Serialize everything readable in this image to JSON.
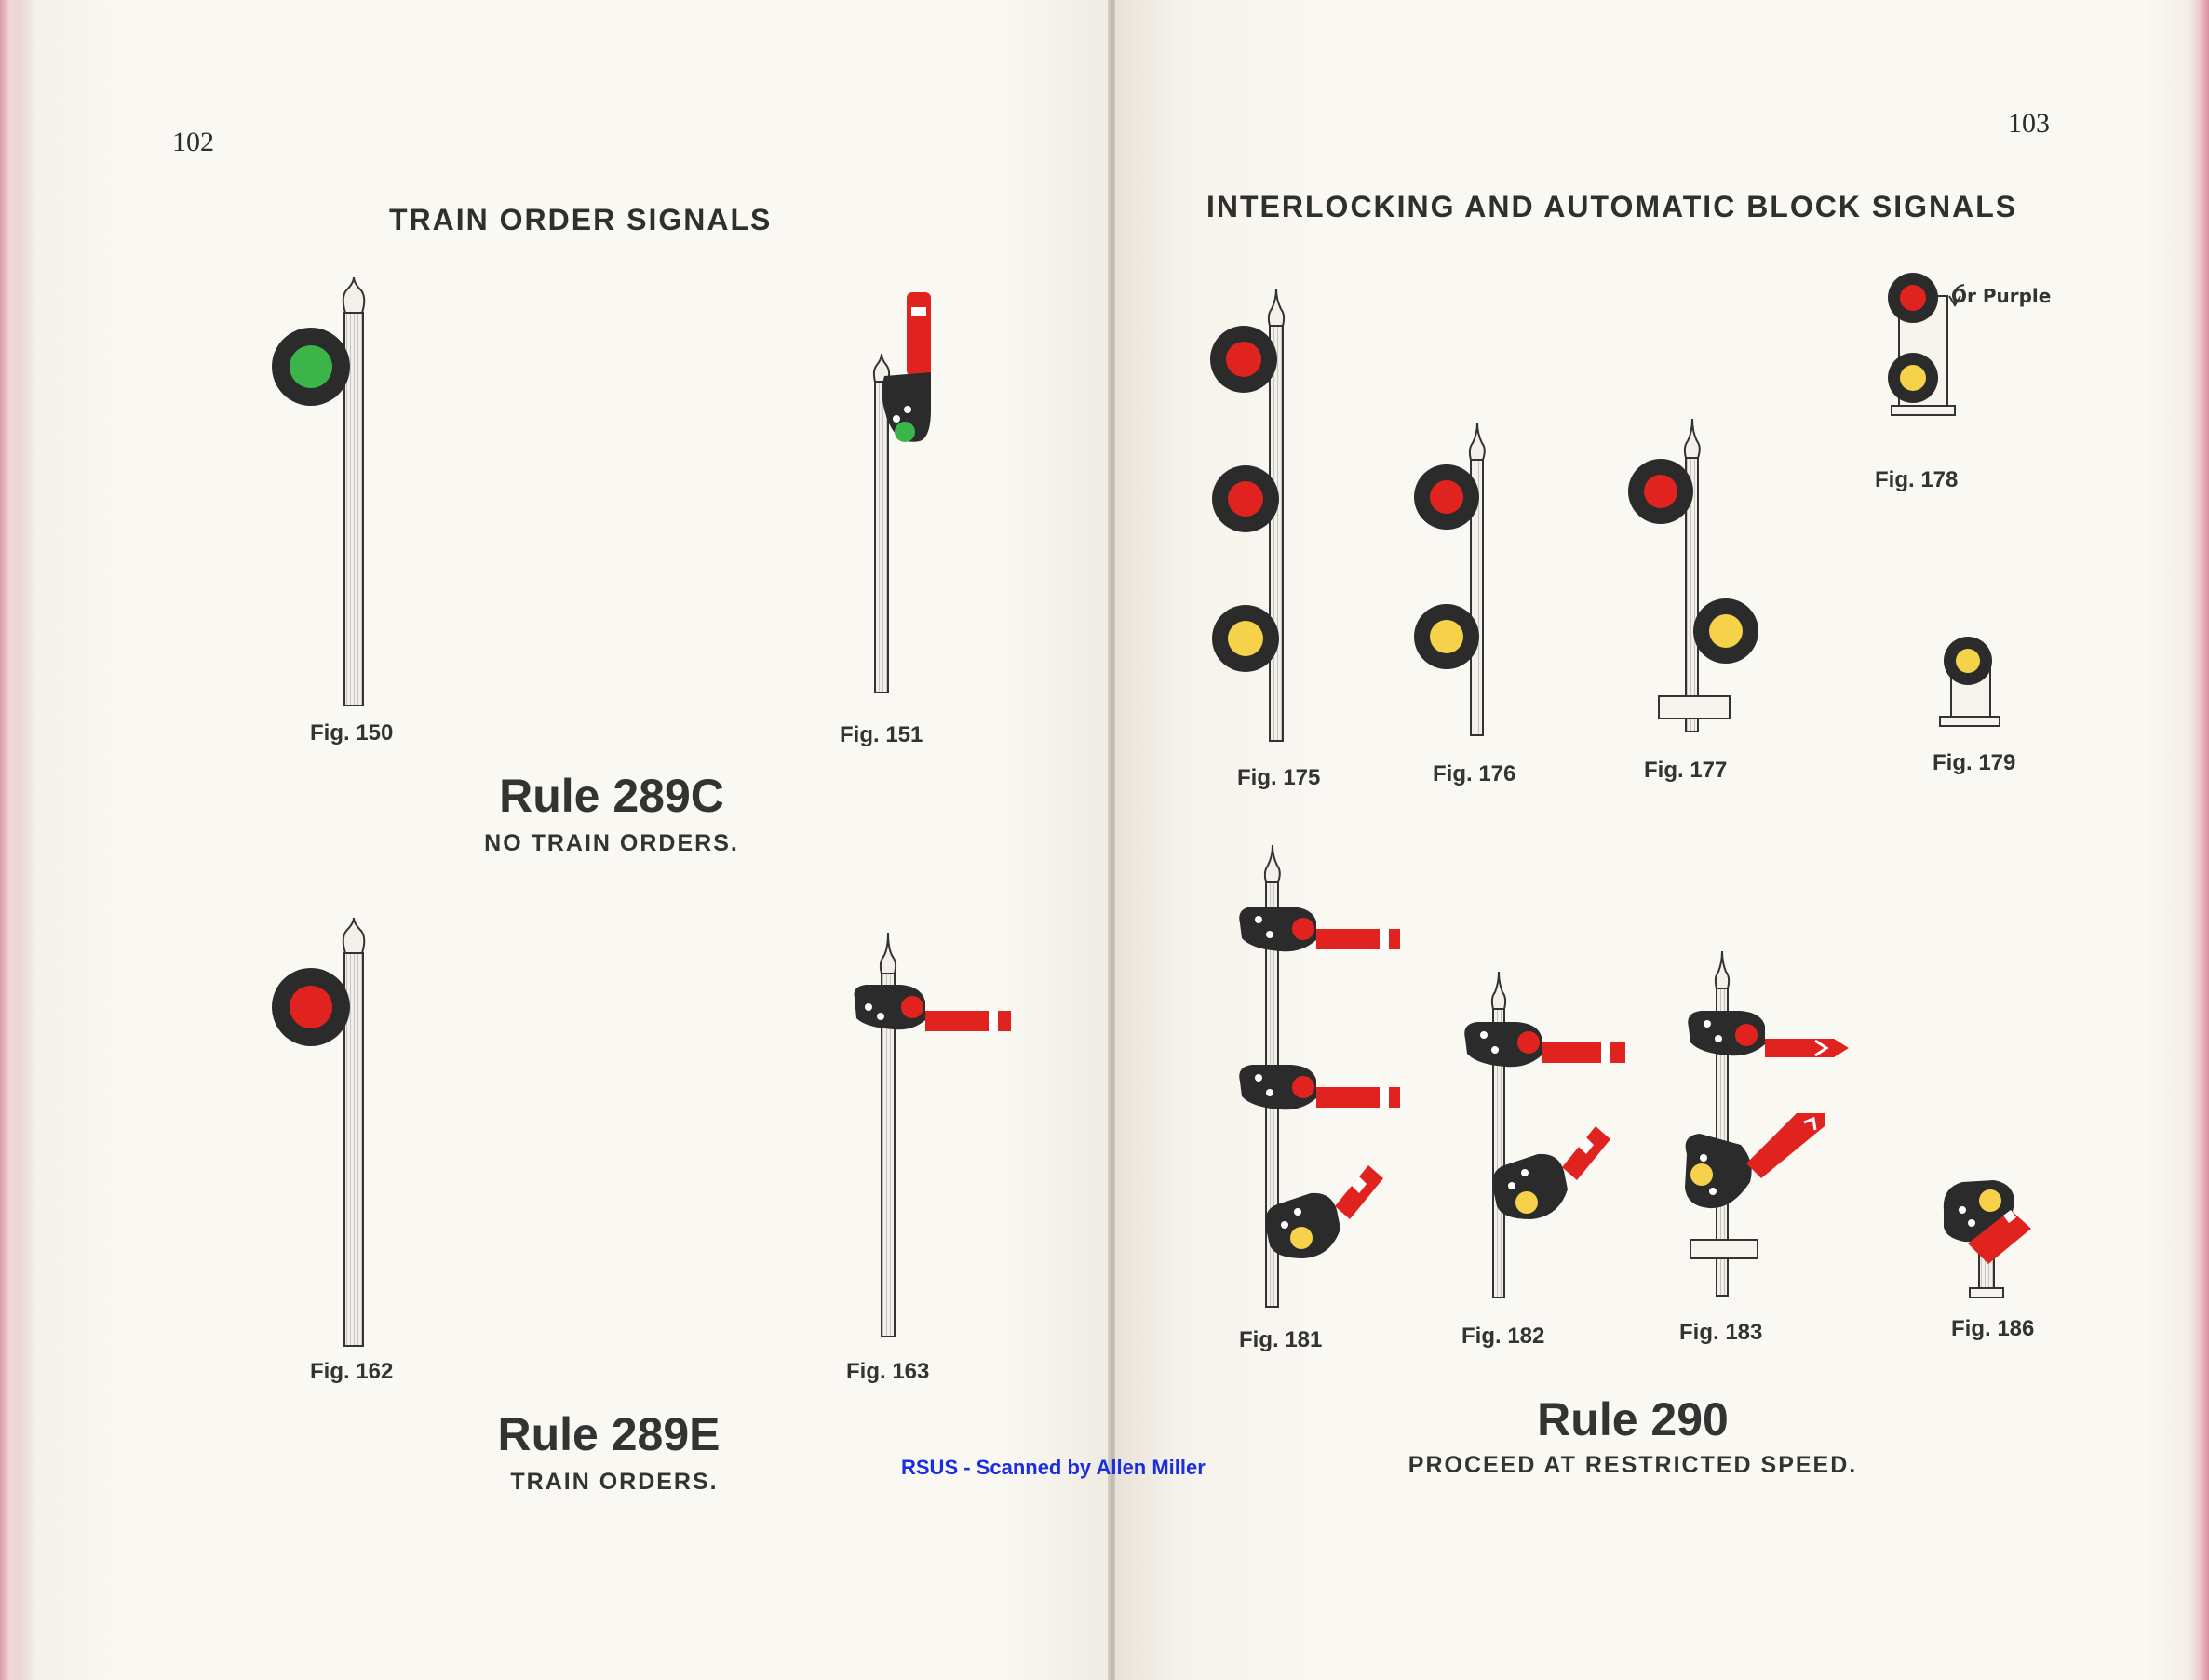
{
  "colors": {
    "red": "#e1231f",
    "green": "#3bb54a",
    "yellow": "#f6d24a",
    "dark": "#2b2b2b",
    "paper": "#faf8f3"
  },
  "left_page": {
    "page_number": "102",
    "title": "TRAIN ORDER SIGNALS",
    "figures": [
      {
        "label": "Fig. 150"
      },
      {
        "label": "Fig. 151"
      },
      {
        "label": "Fig. 162"
      },
      {
        "label": "Fig. 163"
      }
    ],
    "rule_a": {
      "title": "Rule 289C",
      "text": "NO TRAIN ORDERS."
    },
    "rule_b": {
      "title": "Rule 289E",
      "text": "TRAIN ORDERS."
    }
  },
  "right_page": {
    "page_number": "103",
    "title": "INTERLOCKING AND AUTOMATIC BLOCK SIGNALS",
    "note": "Or Purple",
    "figures": [
      {
        "label": "Fig. 175"
      },
      {
        "label": "Fig. 176"
      },
      {
        "label": "Fig. 177"
      },
      {
        "label": "Fig. 178"
      },
      {
        "label": "Fig. 179"
      },
      {
        "label": "Fig. 181"
      },
      {
        "label": "Fig. 182"
      },
      {
        "label": "Fig. 183"
      },
      {
        "label": "Fig. 186"
      }
    ],
    "rule": {
      "title": "Rule 290",
      "text": "PROCEED AT RESTRICTED SPEED."
    }
  },
  "credit": "RSUS - Scanned by Allen Miller"
}
